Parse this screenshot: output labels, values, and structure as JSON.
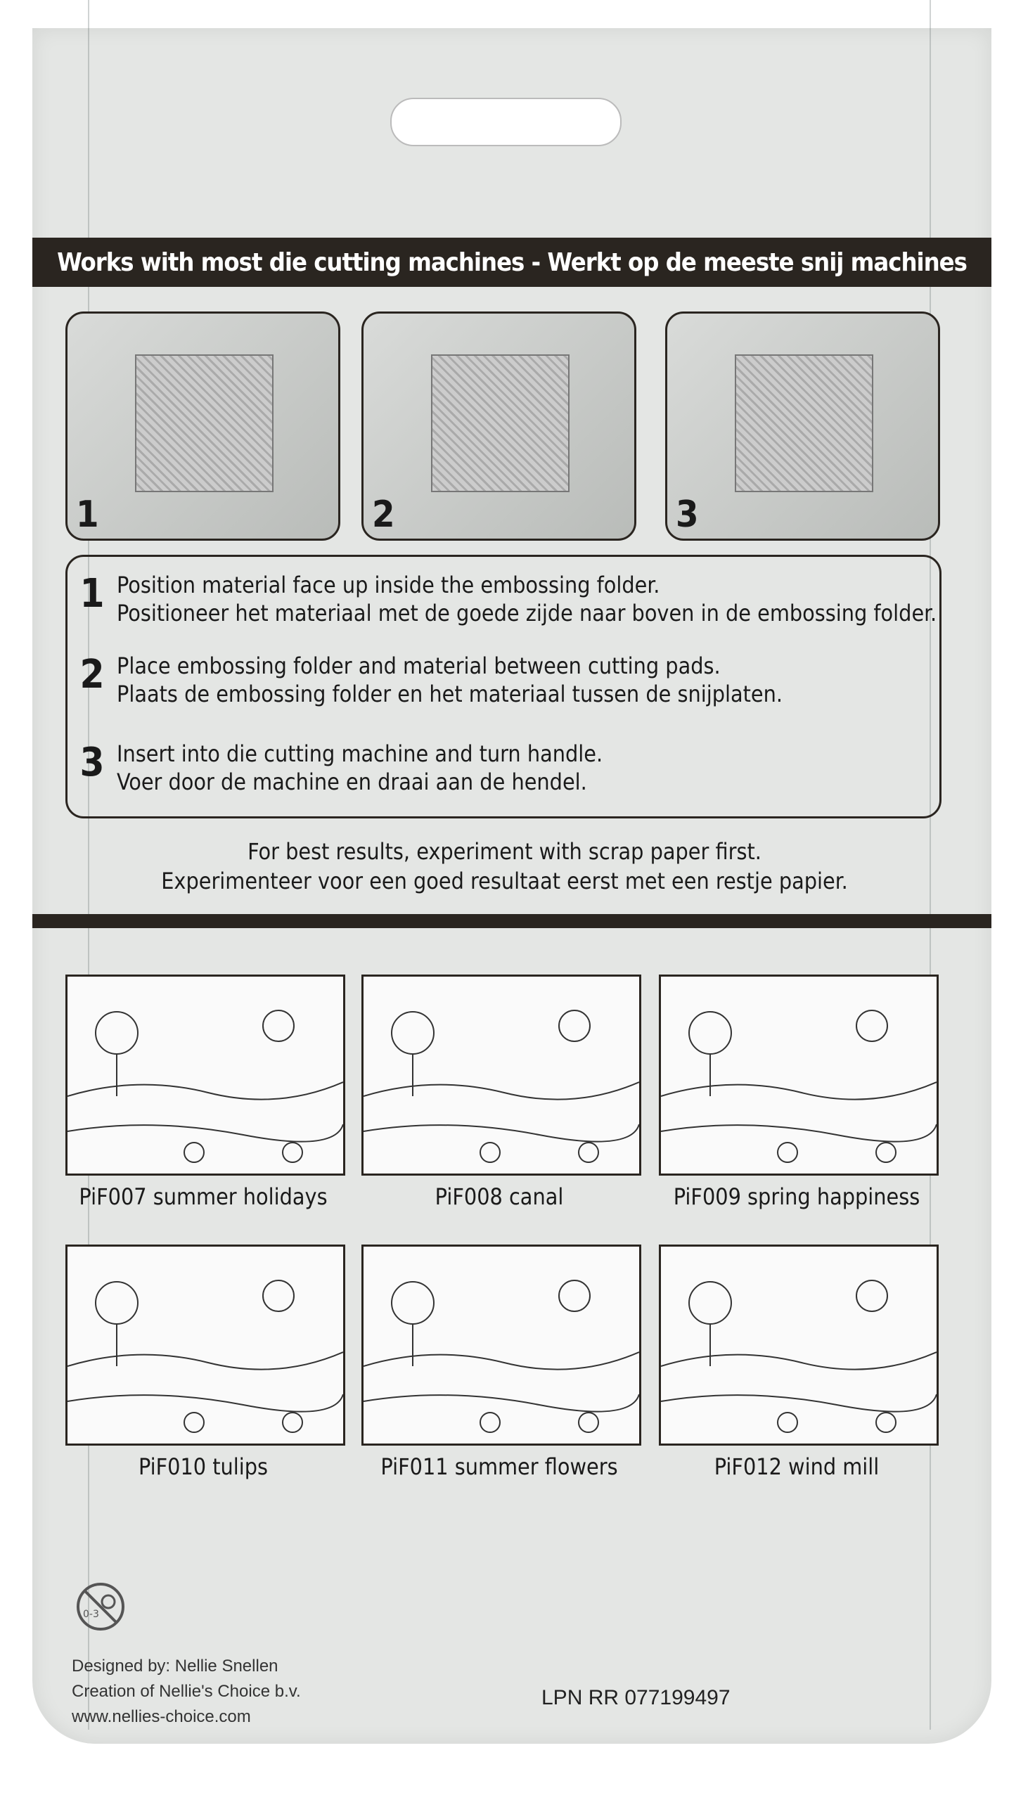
{
  "header": {
    "banner": "Works with most die cutting machines - Werkt op de meeste snij machines"
  },
  "steps_photos": [
    "1",
    "2",
    "3"
  ],
  "instructions": [
    {
      "num": "1",
      "en": "Position material face up inside the embossing folder.",
      "nl": "Positioneer het materiaal met de goede zijde naar boven in de embossing folder."
    },
    {
      "num": "2",
      "en": "Place embossing folder and material between cutting pads.",
      "nl": "Plaats de embossing folder en het materiaal tussen de snijplaten."
    },
    {
      "num": "3",
      "en": "Insert into die cutting machine and turn handle.",
      "nl": "Voer door de machine en draai aan de hendel."
    }
  ],
  "tip": {
    "en": "For best results, experiment with scrap paper first.",
    "nl": "Experimenteer voor een goed resultaat eerst met een restje papier."
  },
  "products": [
    {
      "label": "PiF007 summer holidays"
    },
    {
      "label": "PiF008 canal"
    },
    {
      "label": "PiF009 spring happiness"
    },
    {
      "label": "PiF010 tulips"
    },
    {
      "label": "PiF011 summer flowers"
    },
    {
      "label": "PiF012 wind mill"
    }
  ],
  "warning": {
    "age": "0-3"
  },
  "footer": {
    "line1": "Designed by: Nellie Snellen",
    "line2": "Creation of Nellie's Choice b.v.",
    "line3": "www.nellies-choice.com",
    "lpn": "LPN RR 077199497"
  }
}
